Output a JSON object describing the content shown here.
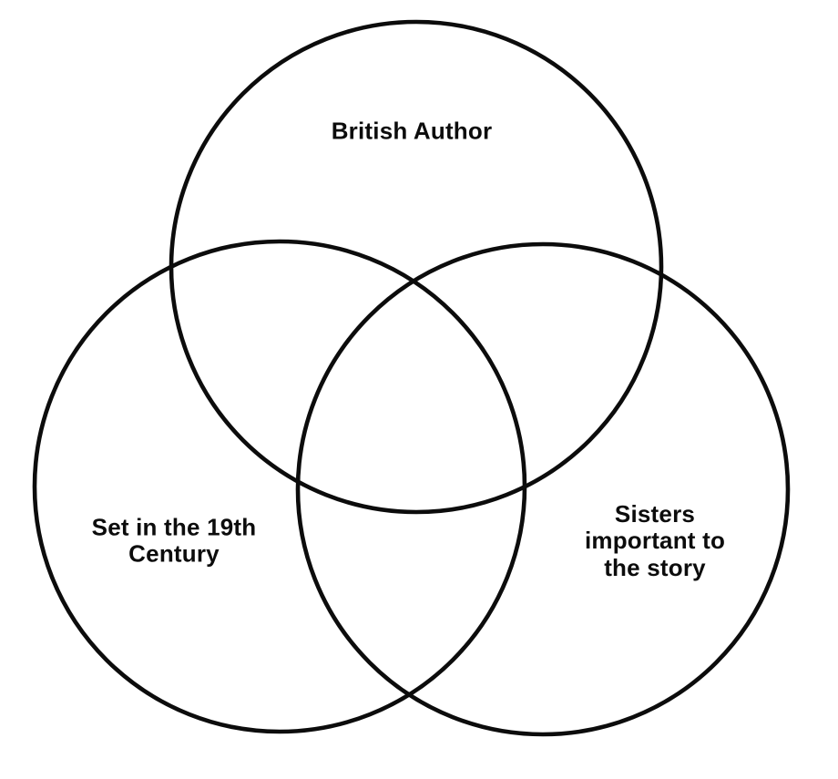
{
  "diagram": {
    "type": "venn",
    "description": "Three-circle Venn diagram comparing novel attributes",
    "sets": [
      {
        "id": "british-author",
        "label": "British Author",
        "lines": [
          "British Author"
        ],
        "position": "top"
      },
      {
        "id": "set-in-the-19th-century",
        "label": "Set in the 19th Century",
        "lines": [
          "Set in the 19th",
          "Century"
        ],
        "position": "bottom-left"
      },
      {
        "id": "sisters-important-to-the-story",
        "label": "Sisters important to the story",
        "lines": [
          "Sisters",
          "important to",
          "the story"
        ],
        "position": "bottom-right"
      }
    ]
  },
  "colors": {
    "stroke": "#0c0c0c",
    "text": "#0c0c0c",
    "background": "#ffffff"
  }
}
